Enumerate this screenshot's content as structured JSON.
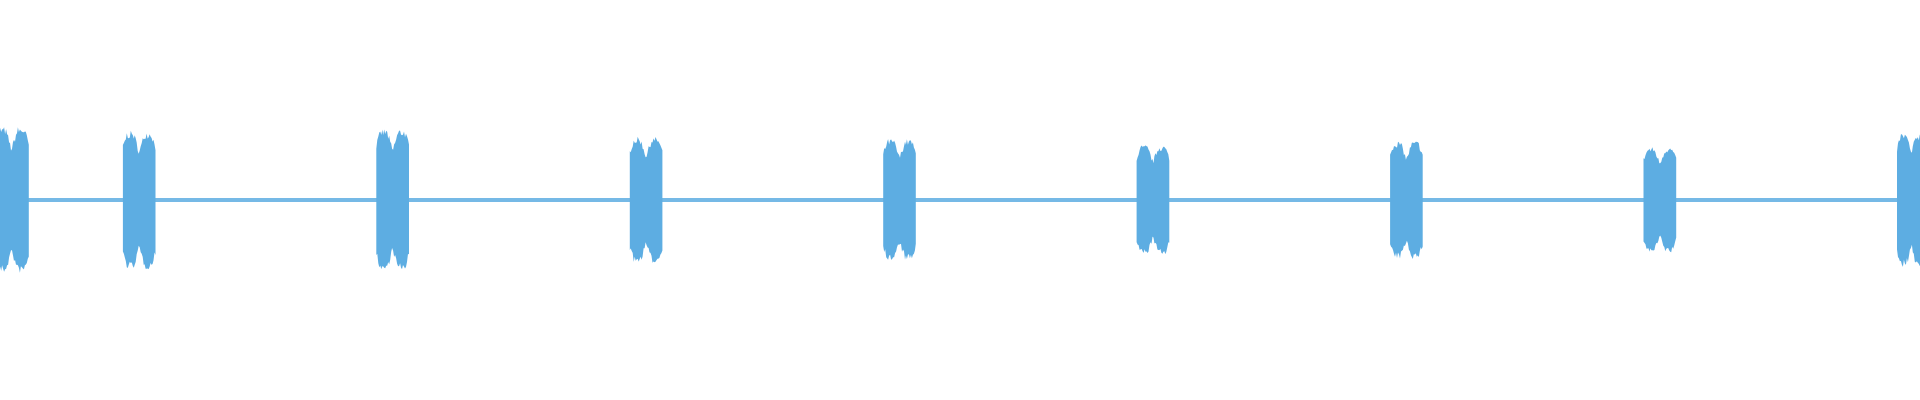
{
  "waveform": {
    "color": "#5dade2",
    "background": "#ffffff"
  },
  "chart_data": {
    "type": "area",
    "title": "",
    "xlabel": "",
    "ylabel": "",
    "xlim": [
      0,
      1
    ],
    "ylim": [
      -1,
      1
    ],
    "baseline": 0,
    "grid": false,
    "legend": "none",
    "bursts": [
      {
        "start": -0.003,
        "end": 0.015,
        "amplitude": 0.36
      },
      {
        "start": 0.064,
        "end": 0.081,
        "amplitude": 0.34
      },
      {
        "start": 0.196,
        "end": 0.213,
        "amplitude": 0.35
      },
      {
        "start": 0.328,
        "end": 0.345,
        "amplitude": 0.31
      },
      {
        "start": 0.46,
        "end": 0.477,
        "amplitude": 0.3
      },
      {
        "start": 0.592,
        "end": 0.609,
        "amplitude": 0.27
      },
      {
        "start": 0.724,
        "end": 0.741,
        "amplitude": 0.29
      },
      {
        "start": 0.856,
        "end": 0.873,
        "amplitude": 0.26
      },
      {
        "start": 0.988,
        "end": 1.003,
        "amplitude": 0.33
      }
    ],
    "noise_floor": 0.01
  }
}
